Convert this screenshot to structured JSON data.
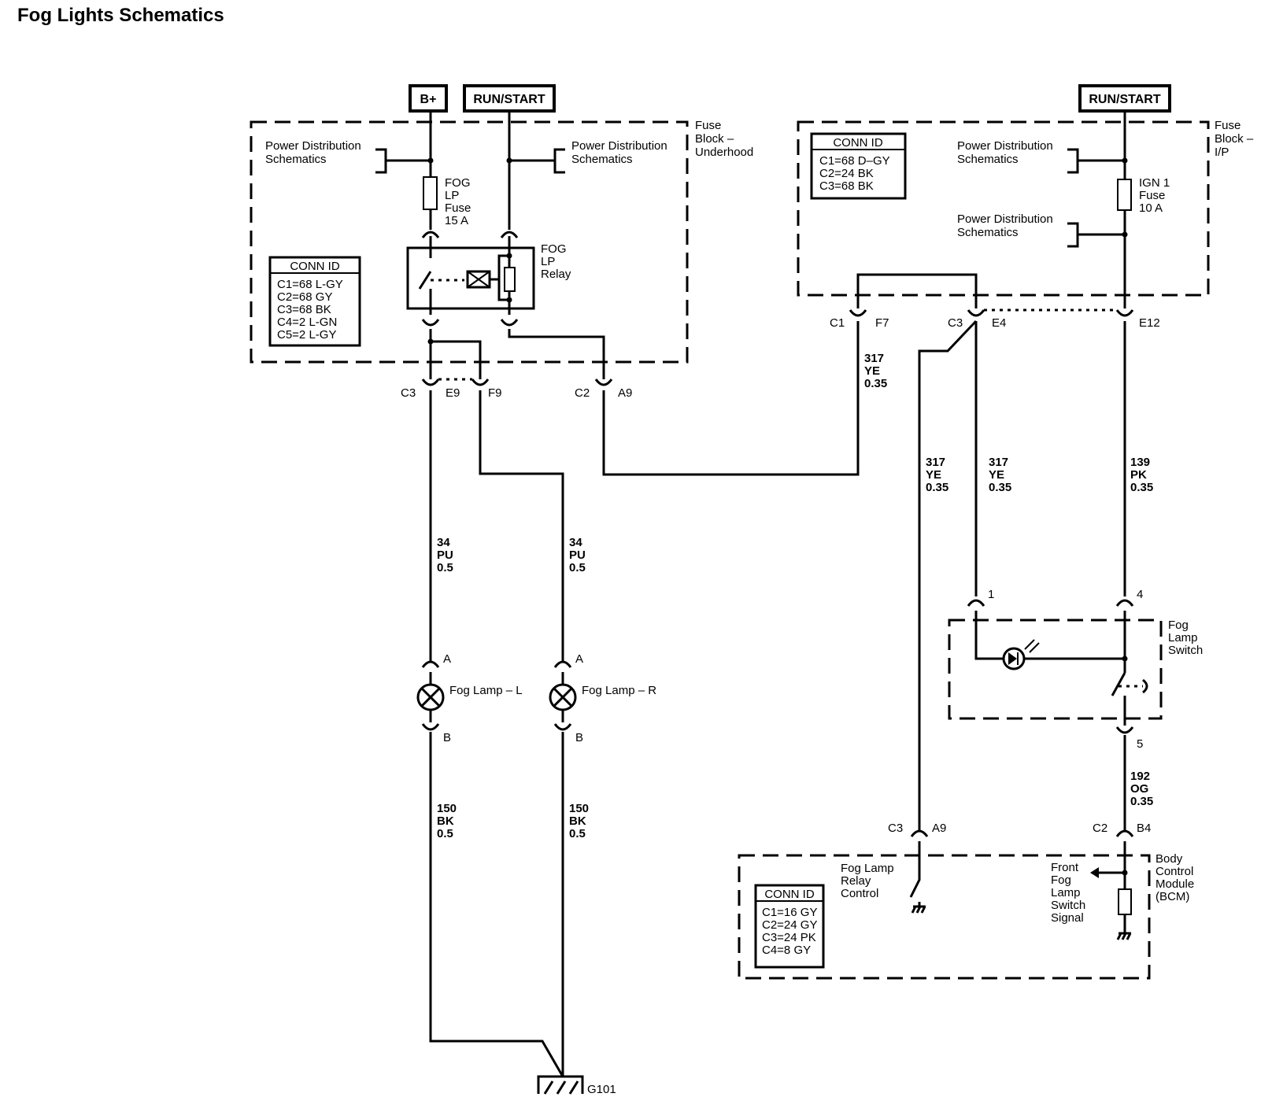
{
  "title": "Fog Lights Schematics",
  "power": {
    "b_plus": "B+",
    "run_start_underhood": "RUN/START",
    "run_start_ip": "RUN/START"
  },
  "fuse_block_underhood": {
    "label_line1": "Fuse",
    "label_line2": "Block –",
    "label_line3": "Underhood",
    "pds_left_line1": "Power Distribution",
    "pds_left_line2": "Schematics",
    "pds_right_line1": "Power Distribution",
    "pds_right_line2": "Schematics",
    "fuse_line1": "FOG",
    "fuse_line2": "LP",
    "fuse_line3": "Fuse",
    "fuse_line4": "15 A",
    "relay_line1": "FOG",
    "relay_line2": "LP",
    "relay_line3": "Relay",
    "conn_id": {
      "header": "CONN ID",
      "rows": [
        "C1=68 L-GY",
        "C2=68 GY",
        "C3=68 BK",
        "C4=2 L-GN",
        "C5=2 L-GY"
      ]
    },
    "pins": {
      "c3": "C3",
      "e9": "E9",
      "f9": "F9",
      "c2": "C2",
      "a9": "A9"
    }
  },
  "fuse_block_ip": {
    "label_line1": "Fuse",
    "label_line2": "Block –",
    "label_line3": "I/P",
    "conn_id": {
      "header": "CONN ID",
      "rows": [
        "C1=68 D–GY",
        "C2=24 BK",
        "C3=68 BK"
      ]
    },
    "pds_upper_line1": "Power Distribution",
    "pds_upper_line2": "Schematics",
    "pds_lower_line1": "Power Distribution",
    "pds_lower_line2": "Schematics",
    "fuse_line1": "IGN 1",
    "fuse_line2": "Fuse",
    "fuse_line3": "10 A",
    "pins": {
      "c1": "C1",
      "f7": "F7",
      "c3": "C3",
      "e4": "E4",
      "e12": "E12"
    }
  },
  "wires": {
    "w317_a": [
      "317",
      "YE",
      "0.35"
    ],
    "w317_b": [
      "317",
      "YE",
      "0.35"
    ],
    "w317_c": [
      "317",
      "YE",
      "0.35"
    ],
    "w139": [
      "139",
      "PK",
      "0.35"
    ],
    "w34_l": [
      "34",
      "PU",
      "0.5"
    ],
    "w34_r": [
      "34",
      "PU",
      "0.5"
    ],
    "w150_l": [
      "150",
      "BK",
      "0.5"
    ],
    "w150_r": [
      "150",
      "BK",
      "0.5"
    ],
    "w192": [
      "192",
      "OG",
      "0.35"
    ]
  },
  "lamps": {
    "left": {
      "name": "Fog Lamp – L",
      "pin_a": "A",
      "pin_b": "B"
    },
    "right": {
      "name": "Fog Lamp – R",
      "pin_a": "A",
      "pin_b": "B"
    }
  },
  "fog_switch": {
    "label_line1": "Fog",
    "label_line2": "Lamp",
    "label_line3": "Switch",
    "pin_1": "1",
    "pin_4": "4",
    "pin_5": "5"
  },
  "bcm": {
    "label_line1": "Body",
    "label_line2": "Control",
    "label_line3": "Module",
    "label_line4": "(BCM)",
    "relay_ctrl_line1": "Fog Lamp",
    "relay_ctrl_line2": "Relay",
    "relay_ctrl_line3": "Control",
    "signal_line1": "Front",
    "signal_line2": "Fog",
    "signal_line3": "Lamp",
    "signal_line4": "Switch",
    "signal_line5": "Signal",
    "conn_id": {
      "header": "CONN ID",
      "rows": [
        "C1=16 GY",
        "C2=24 GY",
        "C3=24 PK",
        "C4=8 GY"
      ]
    },
    "pins": {
      "c3": "C3",
      "a9": "A9",
      "c2": "C2",
      "b4": "B4"
    }
  },
  "ground": "G101"
}
